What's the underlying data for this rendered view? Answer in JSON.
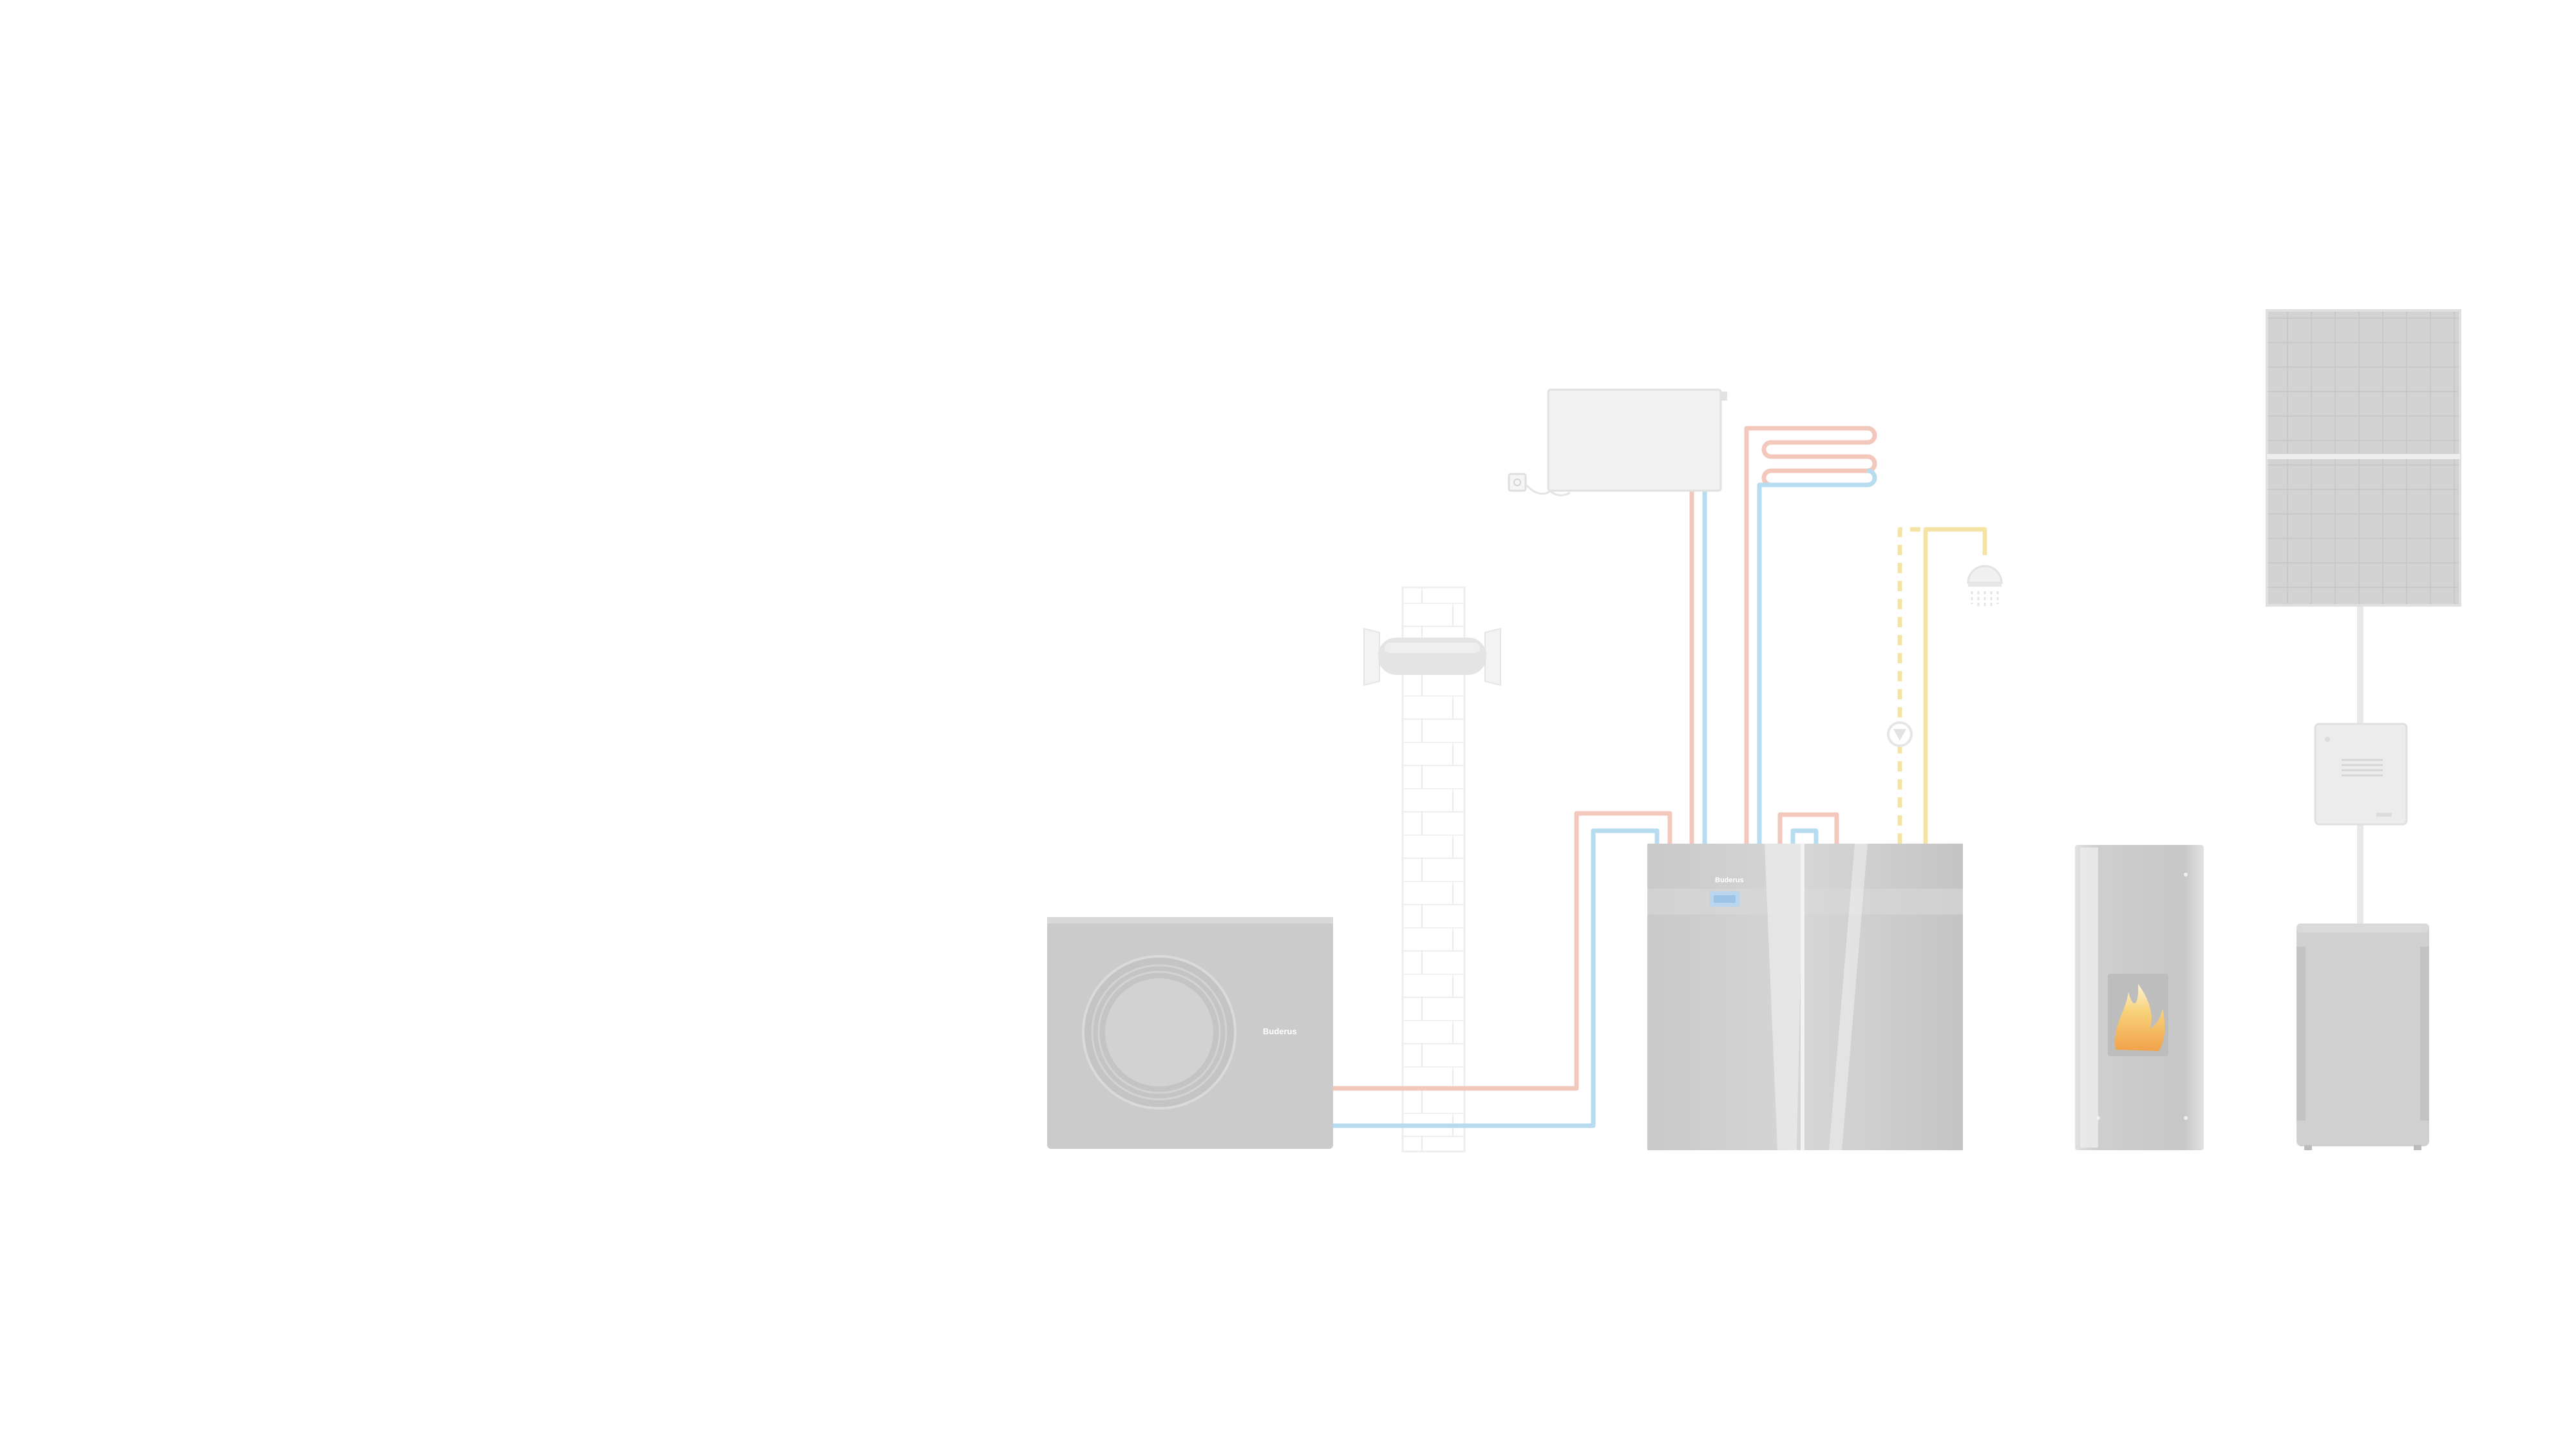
{
  "diagram": {
    "type": "heating-system-illustration",
    "brand_label": "Buderus",
    "components": [
      {
        "id": "outdoor-heat-pump",
        "icon": "heat-pump-outdoor-unit-icon"
      },
      {
        "id": "indoor-unit",
        "icon": "indoor-heat-pump-module-icon"
      },
      {
        "id": "radiator",
        "icon": "radiator-icon"
      },
      {
        "id": "underfloor-heating",
        "icon": "underfloor-heating-coil-icon"
      },
      {
        "id": "shower",
        "icon": "shower-head-icon"
      },
      {
        "id": "ventilation",
        "icon": "wall-ventilation-unit-icon"
      },
      {
        "id": "pellet-stove",
        "icon": "pellet-stove-icon"
      },
      {
        "id": "solar-panel",
        "icon": "solar-panel-icon"
      },
      {
        "id": "inverter",
        "icon": "inverter-icon"
      },
      {
        "id": "battery-storage",
        "icon": "battery-storage-icon"
      },
      {
        "id": "room-thermostat",
        "icon": "thermostat-icon"
      }
    ],
    "colors": {
      "flow_pipe": "#f2c7bc",
      "return_pipe": "#b7dcef",
      "hot_water_pipe": "#f6e4a6",
      "device_grey": "#cbcbcb",
      "device_light": "#e9e9e9",
      "wall": "#f4f4f4",
      "flame": "#f6c86a"
    }
  }
}
